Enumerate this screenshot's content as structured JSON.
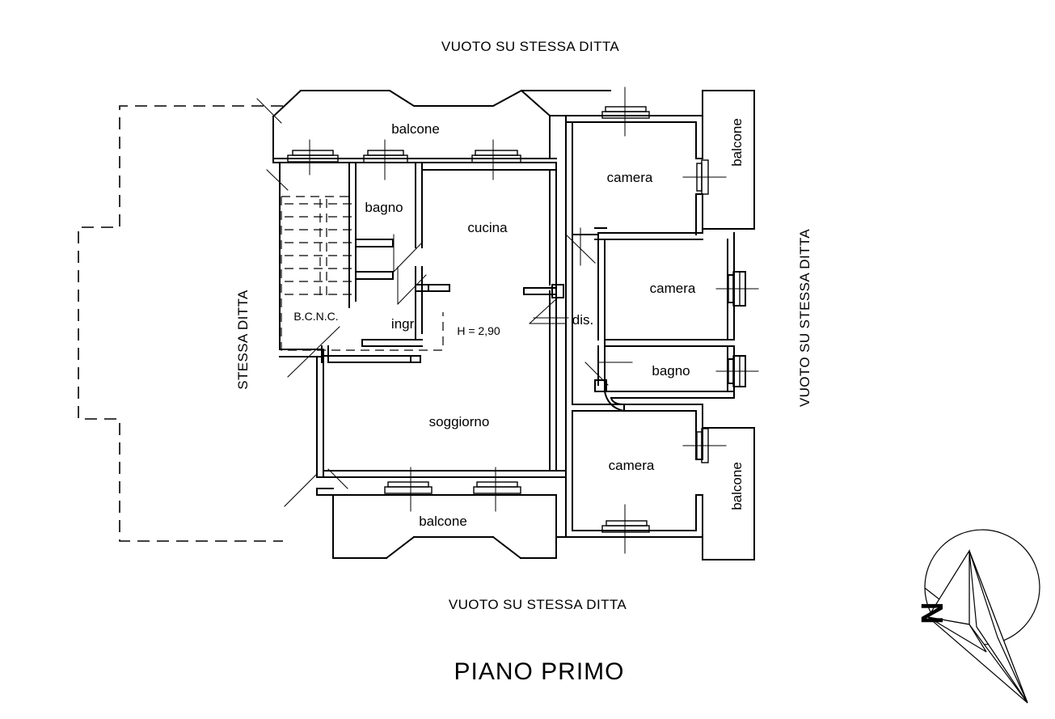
{
  "drawing": {
    "title": "PIANO PRIMO",
    "ceiling_note": "H = 2,90",
    "line_color": "#000000",
    "background_color": "#ffffff"
  },
  "boundary_labels": {
    "top": "VUOTO SU STESSA DITTA",
    "bottom": "VUOTO SU STESSA DITTA",
    "left": "STESSA DITTA",
    "right": "VUOTO SU STESSA DITTA"
  },
  "rooms": [
    {
      "id": "balcone-top",
      "label": "balcone",
      "orientation": "horizontal"
    },
    {
      "id": "balcone-bottom",
      "label": "balcone",
      "orientation": "horizontal"
    },
    {
      "id": "balcone-right-top",
      "label": "balcone",
      "orientation": "vertical"
    },
    {
      "id": "balcone-right-bottom",
      "label": "balcone",
      "orientation": "vertical"
    },
    {
      "id": "bagno-left",
      "label": "bagno",
      "orientation": "horizontal"
    },
    {
      "id": "cucina",
      "label": "cucina",
      "orientation": "horizontal"
    },
    {
      "id": "ingresso",
      "label": "ingr.",
      "orientation": "horizontal"
    },
    {
      "id": "bcnc",
      "label": "B.C.N.C.",
      "orientation": "horizontal"
    },
    {
      "id": "soggiorno",
      "label": "soggiorno",
      "orientation": "horizontal"
    },
    {
      "id": "disimpegno",
      "label": "dis.",
      "orientation": "horizontal"
    },
    {
      "id": "camera-1",
      "label": "camera",
      "orientation": "horizontal"
    },
    {
      "id": "camera-2",
      "label": "camera",
      "orientation": "horizontal"
    },
    {
      "id": "camera-3",
      "label": "camera",
      "orientation": "horizontal"
    },
    {
      "id": "bagno-right",
      "label": "bagno",
      "orientation": "horizontal"
    }
  ],
  "compass": {
    "label": "N"
  }
}
